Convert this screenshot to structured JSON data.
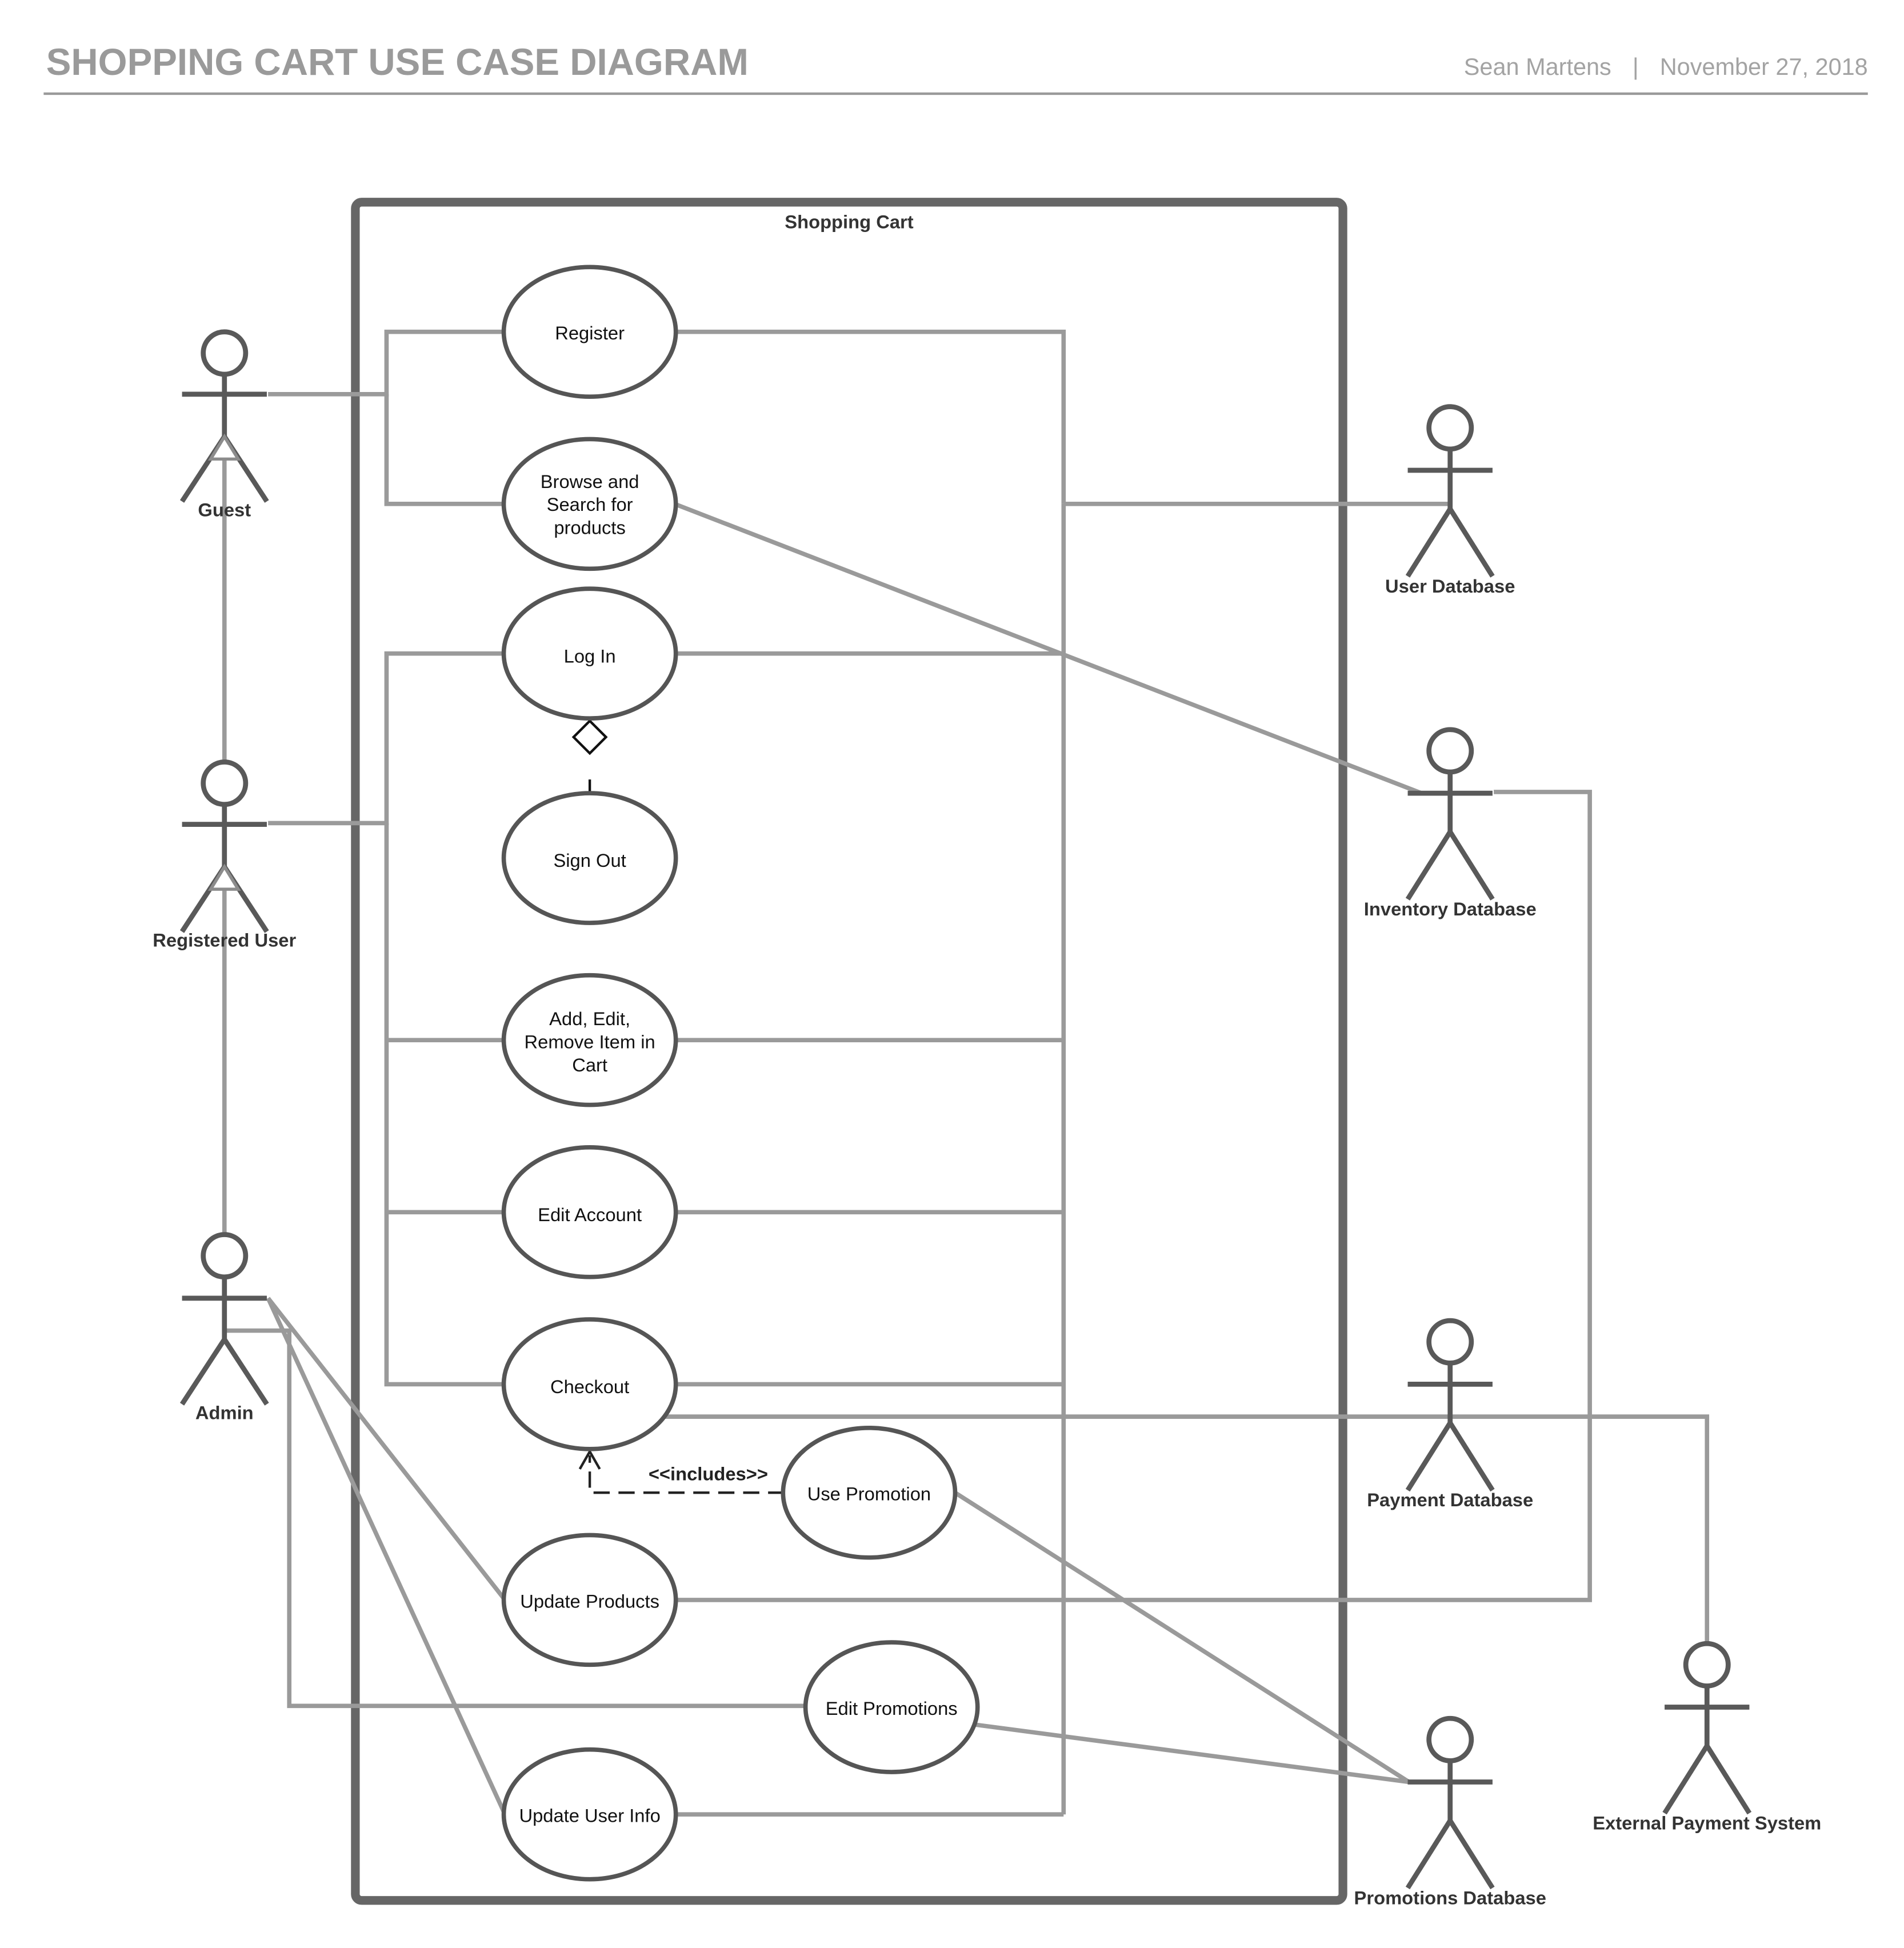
{
  "header": {
    "title": "SHOPPING CART USE CASE DIAGRAM",
    "author": "Sean Martens",
    "separator": "|",
    "date": "November 27, 2018"
  },
  "system": {
    "name": "Shopping Cart"
  },
  "use_cases": {
    "register": [
      "Register"
    ],
    "browse": [
      "Browse and",
      "Search for",
      "products"
    ],
    "login": [
      "Log In"
    ],
    "signout": [
      "Sign Out"
    ],
    "cart": [
      "Add, Edit,",
      "Remove Item in",
      "Cart"
    ],
    "editaccount": [
      "Edit Account"
    ],
    "checkout": [
      "Checkout"
    ],
    "usepromotion": [
      "Use Promotion"
    ],
    "updateproducts": [
      "Update Products"
    ],
    "editpromotions": [
      "Edit Promotions"
    ],
    "updateuserinfo": [
      "Update User Info"
    ]
  },
  "actors": {
    "guest": "Guest",
    "registered": "Registered User",
    "admin": "Admin",
    "userdb": "User Database",
    "inventorydb": "Inventory Database",
    "paymentdb": "Payment Database",
    "promotionsdb": "Promotions Database",
    "externalpay": "External Payment System"
  },
  "relationships": {
    "includes_label": "<<includes>>"
  },
  "colors": {
    "title": "#9a9a9a",
    "meta": "#a3a3a3",
    "connector": "#9a9a9a",
    "actor": "#595959",
    "system_border": "#666666",
    "usecase_border": "#555555"
  }
}
